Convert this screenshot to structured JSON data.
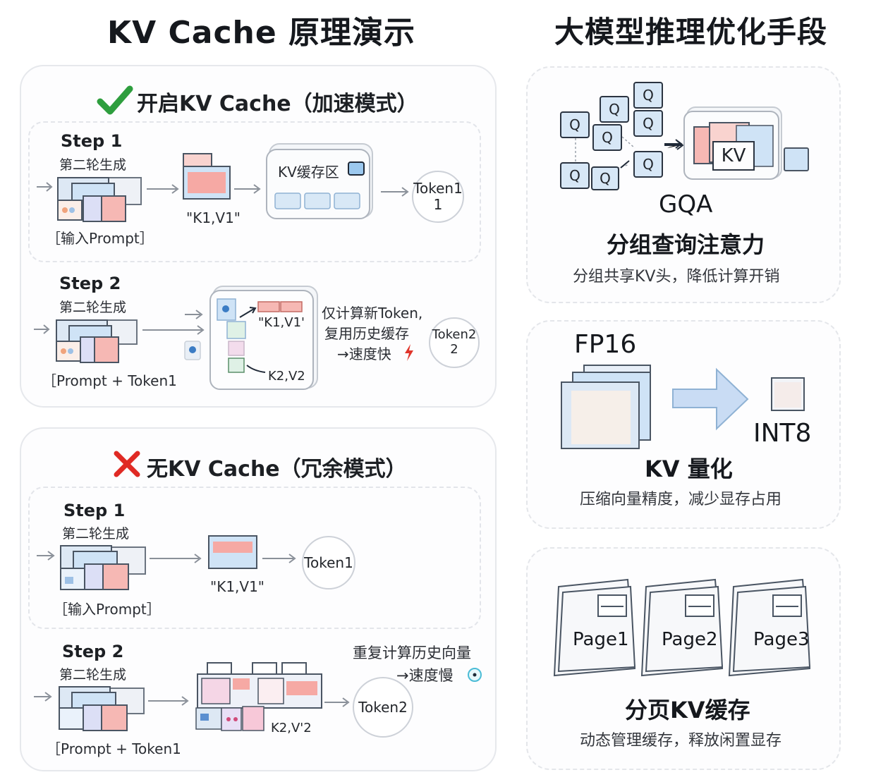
{
  "left_title": "KV Cache 原理演示",
  "right_title": "大模型推理优化手段",
  "enabled_panel": {
    "header": "开启KV Cache（加速模式）",
    "step1": {
      "title": "Step 1",
      "subtitle": "第二轮生成",
      "input_label": "［输入Prompt］",
      "kv_label": "\"K1,V1\"",
      "cache_label": "KV缓存区",
      "token_line1": "Token1",
      "token_line2": "1"
    },
    "step2": {
      "title": "Step 2",
      "subtitle": "第二轮生成",
      "input_label": "［Prompt + Token1",
      "kv_label": "\"K1,V1'",
      "kv2_label": "K2,V2",
      "note_line1": "仅计算新Token,",
      "note_line2": "复用历史缓存",
      "note_line3": "→速度快",
      "token_line1": "Token2",
      "token_line2": "2"
    }
  },
  "disabled_panel": {
    "header": "无KV Cache（冗余模式）",
    "step1": {
      "title": "Step 1",
      "subtitle": "第二轮生成",
      "input_label": "［输入Prompt］",
      "kv_label": "\"K1,V1\"",
      "token": "Token1"
    },
    "step2": {
      "title": "Step 2",
      "subtitle": "第二轮生成",
      "input_label": "［Prompt + Token1",
      "kv2_label": "K2,V'2",
      "note_line1": "重复计算历史向量",
      "note_line2": "→速度慢",
      "token": "Token2"
    }
  },
  "gqa": {
    "q_letter": "Q",
    "kv_letter": "KV",
    "name": "GQA",
    "title": "分组查询注意力",
    "desc": "分组共享KV头，降低计算开销"
  },
  "quant": {
    "from": "FP16",
    "to": "INT8",
    "title": "KV 量化",
    "desc": "压缩向量精度，减少显存占用"
  },
  "paged": {
    "pages": [
      "Page1",
      "Page2",
      "Page3"
    ],
    "title": "分页KV缓存",
    "desc": "动态管理缓存，释放闲置显存"
  },
  "colors": {
    "check": "#2e9e3e",
    "cross": "#e02a24",
    "blue_tile": "#cfe3f6",
    "red_tile": "#f6b8b4",
    "border": "#4a5563",
    "arrow": "#8a9099"
  }
}
